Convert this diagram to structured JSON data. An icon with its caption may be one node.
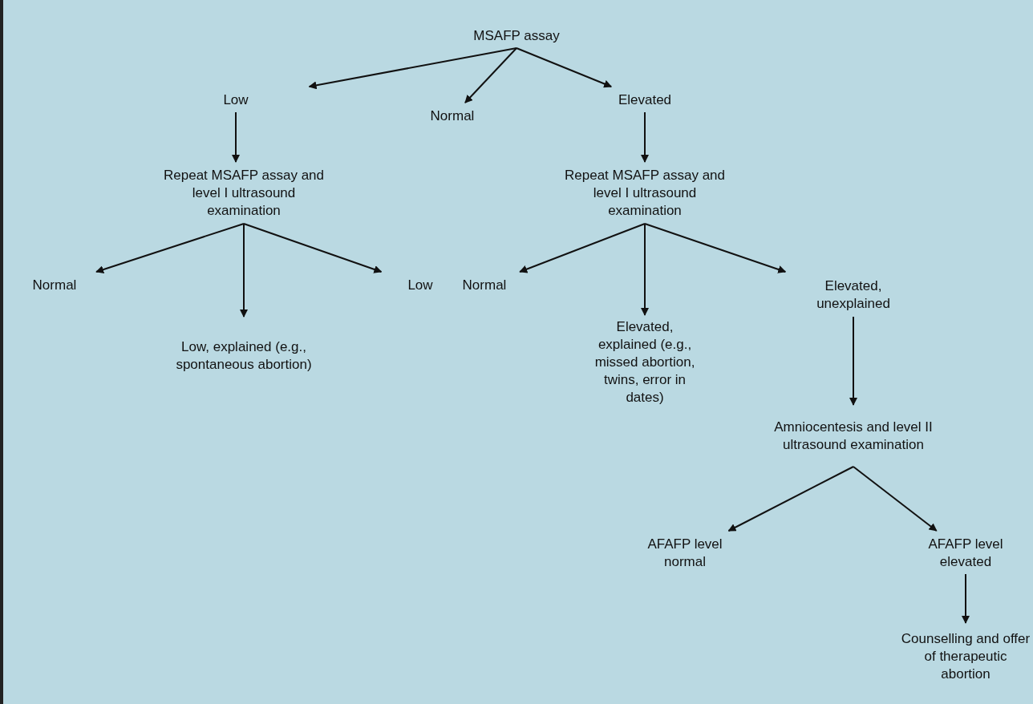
{
  "diagram": {
    "nodes": [
      {
        "text": [
          "MSAFP assay"
        ]
      },
      {
        "text": [
          "Low"
        ]
      },
      {
        "text": [
          "Normal"
        ]
      },
      {
        "text": [
          "Elevated"
        ]
      },
      {
        "text": [
          "Repeat MSAFP assay and level I ultrasound examination"
        ]
      },
      {
        "text": [
          "Repeat MSAFP assay and level I ultrasound examination"
        ]
      },
      {
        "text": [
          "Normal"
        ]
      },
      {
        "text": [
          "Low, explained (e.g., spontaneous abortion)"
        ]
      },
      {
        "text": [
          "Low"
        ]
      },
      {
        "text": [
          "Normal"
        ]
      },
      {
        "text": [
          "Elevated, explained (e.g., missed abortion, twins, error in dates)"
        ]
      },
      {
        "text": [
          "Elevated, unexplained"
        ]
      },
      {
        "text": [
          "Amniocentesis and level II ultrasound examination"
        ]
      },
      {
        "text": [
          "AFAFP level normal"
        ]
      },
      {
        "text": [
          "AFAFP level elevated"
        ]
      },
      {
        "text": [
          "Counselling and offer of therapeutic abortion"
        ]
      }
    ],
    "edges": [
      {
        "from": 0,
        "to": 1,
        "arrow": "to"
      },
      {
        "from": 0,
        "to": 2,
        "arrow": "to"
      },
      {
        "from": 0,
        "to": 3,
        "arrow": "to"
      },
      {
        "from": 1,
        "to": 4,
        "arrow": "to"
      },
      {
        "from": 3,
        "to": 5,
        "arrow": "to"
      },
      {
        "from": 4,
        "to": 6,
        "arrow": "to"
      },
      {
        "from": 4,
        "to": 7,
        "arrow": "to"
      },
      {
        "from": 4,
        "to": 8,
        "arrow": "to"
      },
      {
        "from": 5,
        "to": 9,
        "arrow": "to"
      },
      {
        "from": 5,
        "to": 10,
        "arrow": "to"
      },
      {
        "from": 5,
        "to": 11,
        "arrow": "to"
      },
      {
        "from": 11,
        "to": 12,
        "arrow": "to"
      },
      {
        "from": 12,
        "to": 13,
        "arrow": "to"
      },
      {
        "from": 12,
        "to": 14,
        "arrow": "to"
      },
      {
        "from": 14,
        "to": 15,
        "arrow": "to"
      }
    ]
  }
}
